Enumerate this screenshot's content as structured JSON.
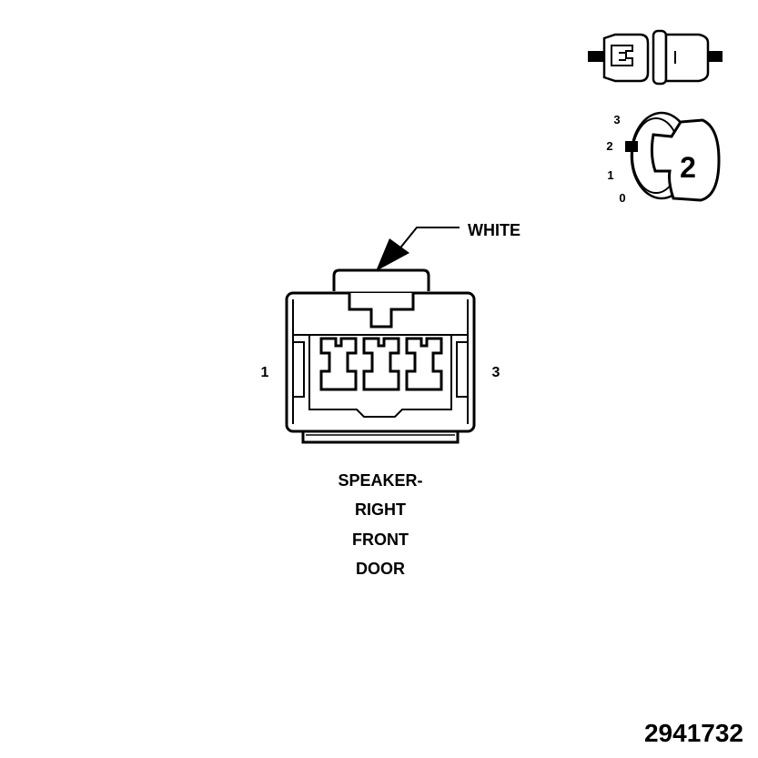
{
  "color_label": "WHITE",
  "cavity_labels": {
    "left": "1",
    "right": "3"
  },
  "connector_name": [
    "SPEAKER-",
    "RIGHT",
    "FRONT",
    "DOOR"
  ],
  "position_scale": [
    "3",
    "2",
    "1",
    "0"
  ],
  "key_value": "2",
  "part_number": "2941732"
}
